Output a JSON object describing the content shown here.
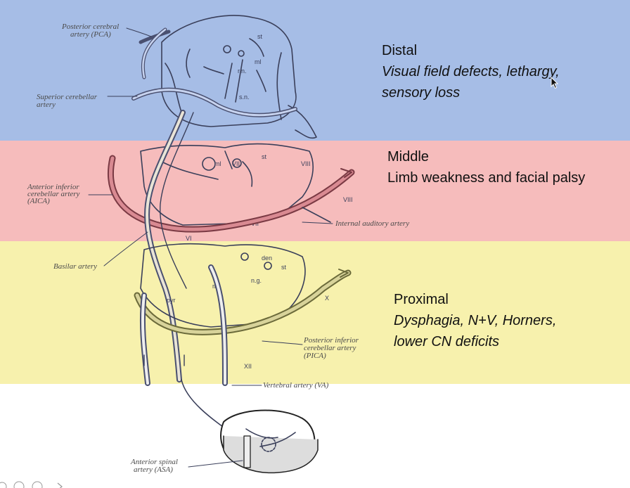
{
  "zones": {
    "distal": {
      "title": "Distal",
      "symptoms_line1": "Visual field defects, lethargy,",
      "symptoms_line2": "sensory loss",
      "color": "#a6bde6"
    },
    "middle": {
      "title": "Middle",
      "symptoms_line1": "Limb weakness and facial palsy",
      "color": "#f6bcbc"
    },
    "proximal": {
      "title": "Proximal",
      "symptoms_line1": "Dysphagia, N+V, Horners,",
      "symptoms_line2": "lower CN deficits",
      "color": "#f7f1ad"
    }
  },
  "labels": {
    "pca_1": "Posterior cerebral",
    "pca_2": "artery (PCA)",
    "sca_1": "Superior cerebellar",
    "sca_2": "artery",
    "aica_1": "Anterior inferior",
    "aica_2": "cerebellar artery",
    "aica_3": "(AICA)",
    "basilar": "Basilar artery",
    "internal_auditory": "Internal auditory artery",
    "pica_1": "Posterior inferior",
    "pica_2": "cerebellar artery",
    "pica_3": "(PICA)",
    "vertebral": "Vertebral artery (VA)",
    "asa_1": "Anterior spinal",
    "asa_2": "artery (ASA)"
  }
}
